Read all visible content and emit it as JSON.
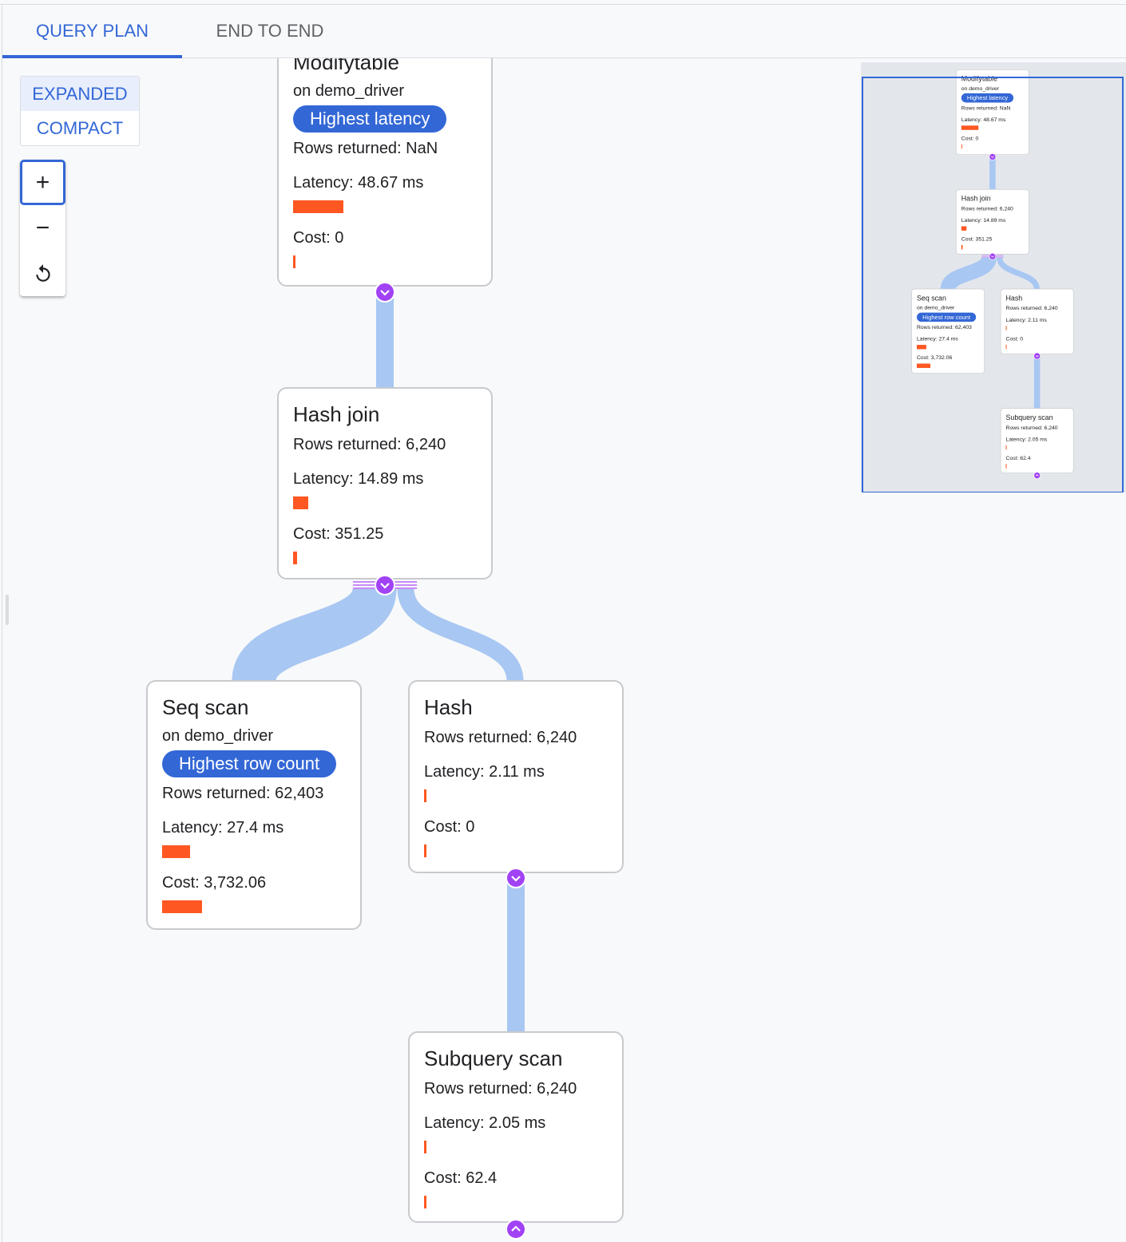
{
  "tabs": [
    {
      "label": "QUERY PLAN",
      "active": true
    },
    {
      "label": "END TO END",
      "active": false
    }
  ],
  "view_modes": [
    {
      "label": "EXPANDED",
      "selected": true
    },
    {
      "label": "COMPACT",
      "selected": false
    }
  ],
  "zoom_controls": {
    "zoom_in": "+",
    "zoom_out": "−",
    "reset": "reset-icon"
  },
  "colors": {
    "accent": "#3367d6",
    "bar": "#ff5722",
    "edge": "#a8c7f2",
    "expander": "#a142f4"
  },
  "nodes": [
    {
      "id": "modifytable",
      "title": "Modifytable",
      "on": "on ",
      "table": "demo_driver",
      "badge": "Highest latency",
      "rows": "Rows returned: NaN",
      "latency": "Latency: 48.67 ms",
      "latency_ms": 48.67,
      "cost_label": "Cost: 0",
      "cost": 0
    },
    {
      "id": "hash-join",
      "title": "Hash join",
      "rows": "Rows returned: 6,240",
      "latency": "Latency: 14.89 ms",
      "latency_ms": 14.89,
      "cost_label": "Cost: 351.25",
      "cost": 351.25
    },
    {
      "id": "seq-scan",
      "title": "Seq scan",
      "on": "on ",
      "table": "demo_driver",
      "badge": "Highest row count",
      "rows": "Rows returned: 62,403",
      "latency": "Latency: 27.4 ms",
      "latency_ms": 27.4,
      "cost_label": "Cost: 3,732.06",
      "cost": 3732.06
    },
    {
      "id": "hash",
      "title": "Hash",
      "rows": "Rows returned: 6,240",
      "latency": "Latency: 2.11 ms",
      "latency_ms": 2.11,
      "cost_label": "Cost: 0",
      "cost": 0
    },
    {
      "id": "subquery-scan",
      "title": "Subquery scan",
      "rows": "Rows returned: 6,240",
      "latency": "Latency: 2.05 ms",
      "latency_ms": 2.05,
      "cost_label": "Cost: 62.4",
      "cost": 62.4
    }
  ]
}
